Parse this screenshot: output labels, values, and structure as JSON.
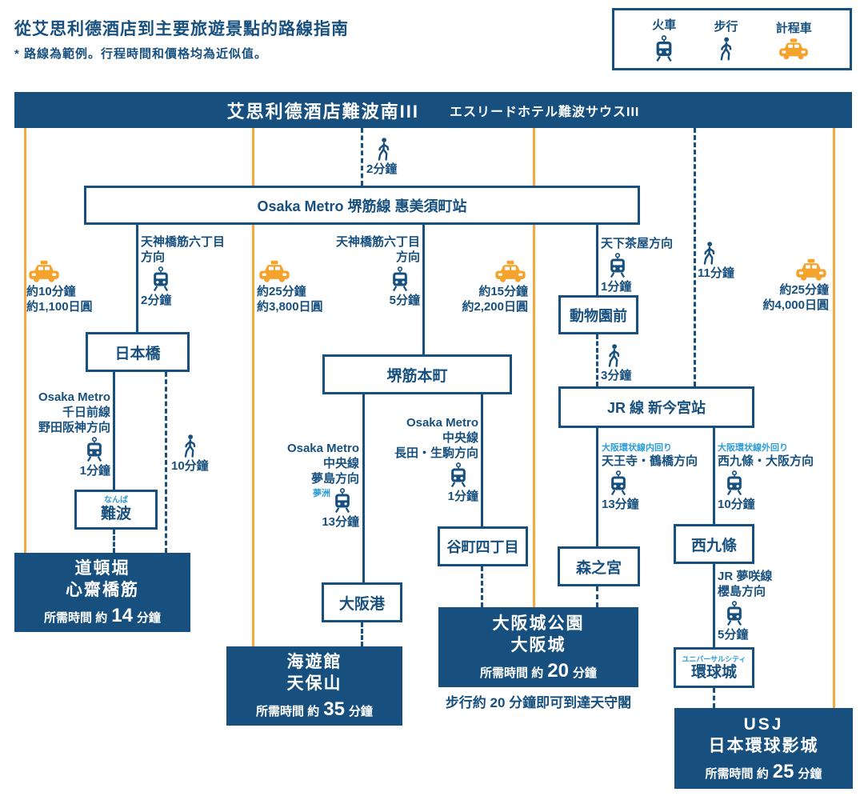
{
  "header": {
    "title": "從艾思利德酒店到主要旅遊景點的路線指南",
    "subtitle": "* 路線為範例。行程時間和價格均為近似值。"
  },
  "legend": {
    "train": "火車",
    "walk": "步行",
    "taxi": "計程車"
  },
  "hotel": {
    "name_zh": "艾思利德酒店難波南III",
    "name_ja": "エスリードホテル難波サウスIII"
  },
  "hub": {
    "station": "Osaka Metro 堺筋線 惠美須町站"
  },
  "walks": {
    "hotel_to_metro": "2分鐘",
    "nihonbashi_to_dotonbori": "10分鐘",
    "dobutsuenmae_to_shinimamiya": "3分鐘",
    "hotel_to_shinimamiya": "11分鐘"
  },
  "taxis": [
    {
      "time": "約10分鐘",
      "fare": "約1,100日圓"
    },
    {
      "time": "約25分鐘",
      "fare": "約3,800日圓"
    },
    {
      "time": "約15分鐘",
      "fare": "約2,200日圓"
    },
    {
      "time": "約25分鐘",
      "fare": "約4,000日圓"
    }
  ],
  "trains": {
    "to_nihonbashi": {
      "l1": "天神橋筋六丁目",
      "l2": "方向",
      "time": "2分鐘"
    },
    "to_namba": {
      "l1": "Osaka Metro",
      "l2": "千日前線",
      "l3": "野田阪神方向",
      "time": "1分鐘"
    },
    "to_sakaisuji_hommachi": {
      "l1": "天神橋筋六丁目",
      "l2": "方向",
      "time": "5分鐘"
    },
    "to_osakako": {
      "l1": "Osaka Metro",
      "l2": "中央線",
      "l3": "夢島方向",
      "furigana": "夢洲",
      "time": "13分鐘"
    },
    "to_tanimachi4": {
      "l1": "Osaka Metro",
      "l2": "中央線",
      "l3": "長田・生駒方向",
      "time": "1分鐘"
    },
    "to_dobutsuenmae": {
      "l1": "天下茶屋方向",
      "time": "1分鐘"
    },
    "to_morinomiya": {
      "sub": "大阪環状線内回り",
      "l1": "天王寺・鶴橋方向",
      "time": "13分鐘"
    },
    "to_nishikujo": {
      "sub": "大阪環状線外回り",
      "l1": "西九條・大阪方向",
      "time": "10分鐘"
    },
    "to_universal_city": {
      "l1": "JR 夢咲線",
      "l2": "櫻島方向",
      "time": "5分鐘"
    }
  },
  "stations": {
    "nihonbashi": "日本橋",
    "namba": {
      "furigana": "なんば",
      "name": "難波"
    },
    "sakaisuji_hommachi": "堺筋本町",
    "osakako": "大阪港",
    "tanimachi4": "谷町四丁目",
    "dobutsuenmae": "動物園前",
    "shin_imamiya": "JR 線 新今宮站",
    "morinomiya": "森之宮",
    "nishikujo": "西九條",
    "universal_city": {
      "furigana": "ユニバーサルシティ",
      "name": "環球城"
    }
  },
  "destinations": {
    "dotonbori": {
      "line1": "道頓堀",
      "line2": "心齋橋筋",
      "time_prefix": "所需時間 約",
      "time_value": "14",
      "time_suffix": "分鐘"
    },
    "kaiyukan": {
      "line1": "海遊館",
      "line2": "天保山",
      "time_prefix": "所需時間 約",
      "time_value": "35",
      "time_suffix": "分鐘"
    },
    "osaka_castle": {
      "line1": "大阪城公園",
      "line2": "大阪城",
      "time_prefix": "所需時間 約",
      "time_value": "20",
      "time_suffix": "分鐘",
      "note": "步行約 20 分鐘即可到達天守閣"
    },
    "usj": {
      "line1": "USJ",
      "line2": "日本環球影城",
      "time_prefix": "所需時間 約",
      "time_value": "25",
      "time_suffix": "分鐘"
    }
  },
  "colors": {
    "navy": "#17507E",
    "light_blue": "#2F9CD6",
    "orange": "#F5A93C"
  }
}
